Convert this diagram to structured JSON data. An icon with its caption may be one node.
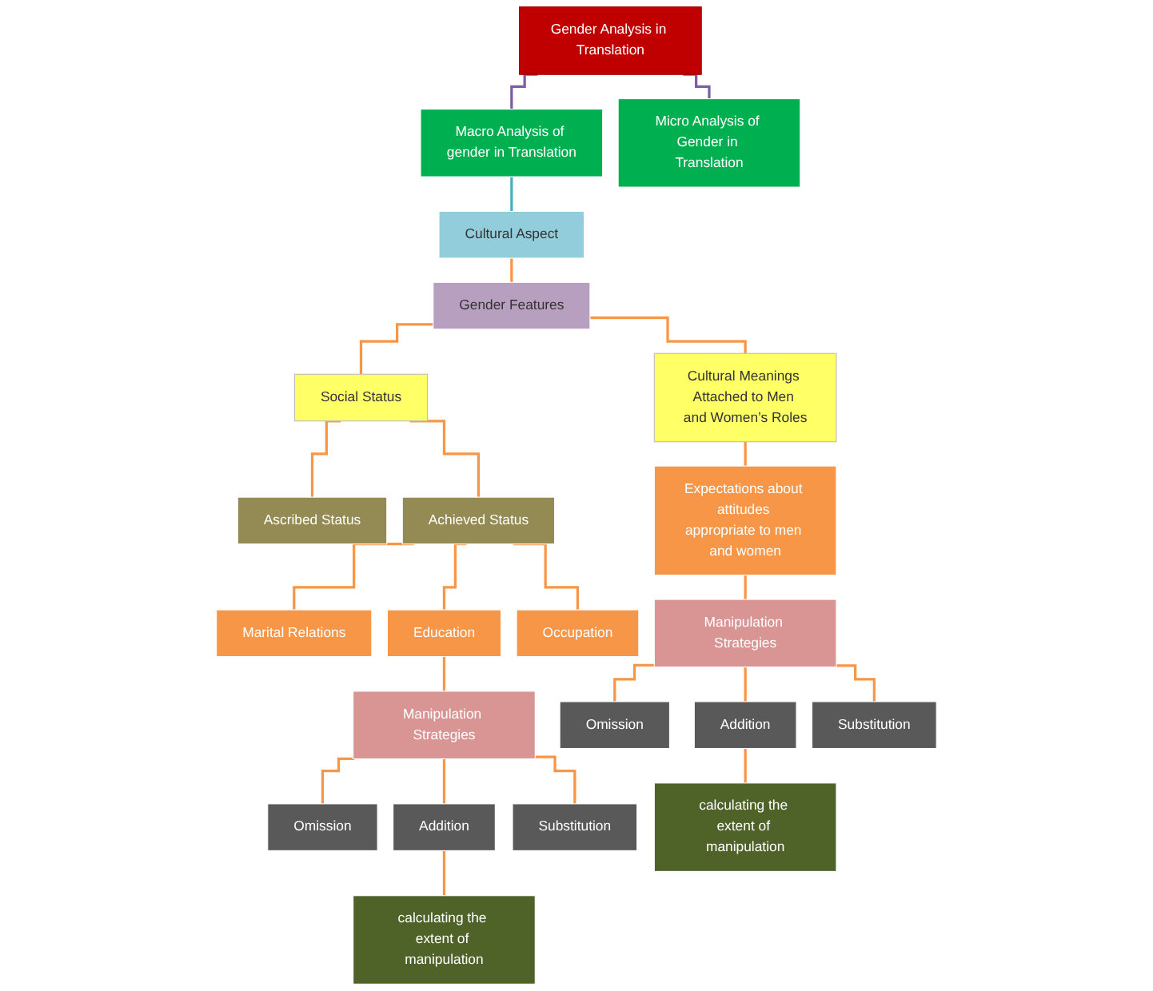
{
  "diagram": {
    "nodes": [
      {
        "text": [
          "Gender Analysis in Translation"
        ]
      },
      {
        "text": [
          "Macro Analysis of gender in Translation"
        ]
      },
      {
        "text": [
          "Micro Analysis of Gender in Translation"
        ]
      },
      {
        "text": [
          "Cultural Aspect"
        ]
      },
      {
        "text": [
          "Gender Features"
        ]
      },
      {
        "text": [
          "Social Status"
        ]
      },
      {
        "text": [
          "Cultural Meanings Attached to Men and Women’s Roles"
        ]
      },
      {
        "text": [
          "Ascribed Status"
        ]
      },
      {
        "text": [
          "Achieved Status"
        ]
      },
      {
        "text": [
          "Expectations about attitudes appropriate to men and women"
        ]
      },
      {
        "text": [
          "Marital Relations"
        ]
      },
      {
        "text": [
          "Education"
        ]
      },
      {
        "text": [
          "Occupation"
        ]
      },
      {
        "text": [
          "Manipulation Strategies"
        ]
      },
      {
        "text": [
          "Manipulation Strategies"
        ]
      },
      {
        "text": [
          "Omission"
        ]
      },
      {
        "text": [
          "Addition"
        ]
      },
      {
        "text": [
          "Substitution"
        ]
      },
      {
        "text": [
          "Omission"
        ]
      },
      {
        "text": [
          "Addition"
        ]
      },
      {
        "text": [
          "Substitution"
        ]
      },
      {
        "text": [
          "calculating the extent of manipulation"
        ]
      },
      {
        "text": [
          "calculating the extent of manipulation"
        ]
      }
    ],
    "edges": [
      {
        "from": 0,
        "to": 1,
        "arrow": "none",
        "color": "#7b5ea7"
      },
      {
        "from": 0,
        "to": 2,
        "arrow": "none",
        "color": "#7b5ea7"
      },
      {
        "from": 1,
        "to": 3,
        "arrow": "none",
        "color": "#4bacc6"
      },
      {
        "from": 3,
        "to": 4,
        "arrow": "none"
      },
      {
        "from": 4,
        "to": 5,
        "arrow": "none"
      },
      {
        "from": 4,
        "to": 6,
        "arrow": "none"
      },
      {
        "from": 5,
        "to": 7,
        "arrow": "none"
      },
      {
        "from": 5,
        "to": 8,
        "arrow": "none"
      },
      {
        "from": 6,
        "to": 9,
        "arrow": "none"
      },
      {
        "from": 8,
        "to": 10,
        "arrow": "none"
      },
      {
        "from": 8,
        "to": 11,
        "arrow": "none"
      },
      {
        "from": 8,
        "to": 12,
        "arrow": "none"
      },
      {
        "from": 11,
        "to": 13,
        "arrow": "none"
      },
      {
        "from": 9,
        "to": 14,
        "arrow": "none"
      },
      {
        "from": 13,
        "to": 15,
        "arrow": "none"
      },
      {
        "from": 13,
        "to": 16,
        "arrow": "none"
      },
      {
        "from": 13,
        "to": 17,
        "arrow": "none"
      },
      {
        "from": 14,
        "to": 18,
        "arrow": "none"
      },
      {
        "from": 14,
        "to": 19,
        "arrow": "none"
      },
      {
        "from": 14,
        "to": 20,
        "arrow": "none"
      },
      {
        "from": 16,
        "to": 21,
        "arrow": "none"
      },
      {
        "from": 19,
        "to": 22,
        "arrow": "none"
      }
    ]
  }
}
